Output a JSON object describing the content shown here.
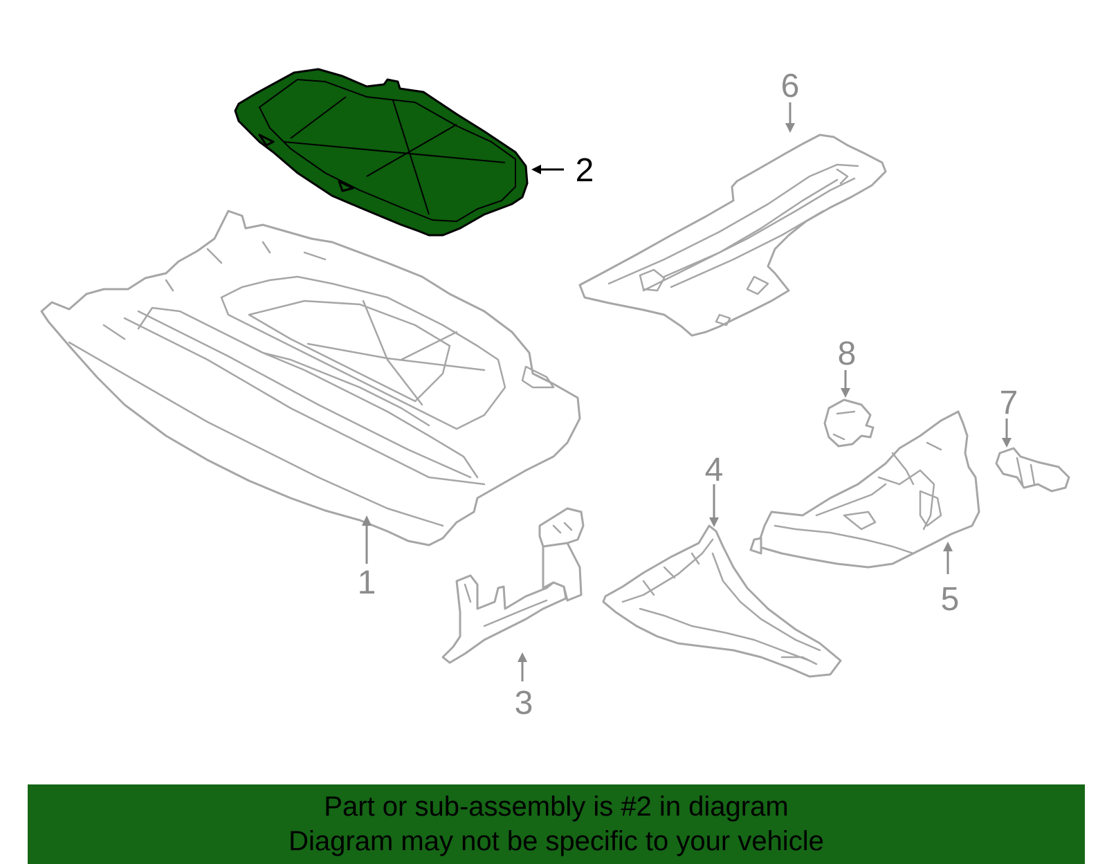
{
  "callouts": [
    {
      "id": "1",
      "label": "1",
      "highlighted": false
    },
    {
      "id": "2",
      "label": "2",
      "highlighted": true
    },
    {
      "id": "3",
      "label": "3",
      "highlighted": false
    },
    {
      "id": "4",
      "label": "4",
      "highlighted": false
    },
    {
      "id": "5",
      "label": "5",
      "highlighted": false
    },
    {
      "id": "6",
      "label": "6",
      "highlighted": false
    },
    {
      "id": "7",
      "label": "7",
      "highlighted": false
    },
    {
      "id": "8",
      "label": "8",
      "highlighted": false
    }
  ],
  "banner": {
    "line1": "Part or sub-assembly is #2 in diagram",
    "line2": "Diagram may not be specific to your vehicle"
  },
  "colors": {
    "highlight_fill": "#0d5e0d",
    "banner_bg": "#156615",
    "part_outline": "#a6a6a6"
  }
}
